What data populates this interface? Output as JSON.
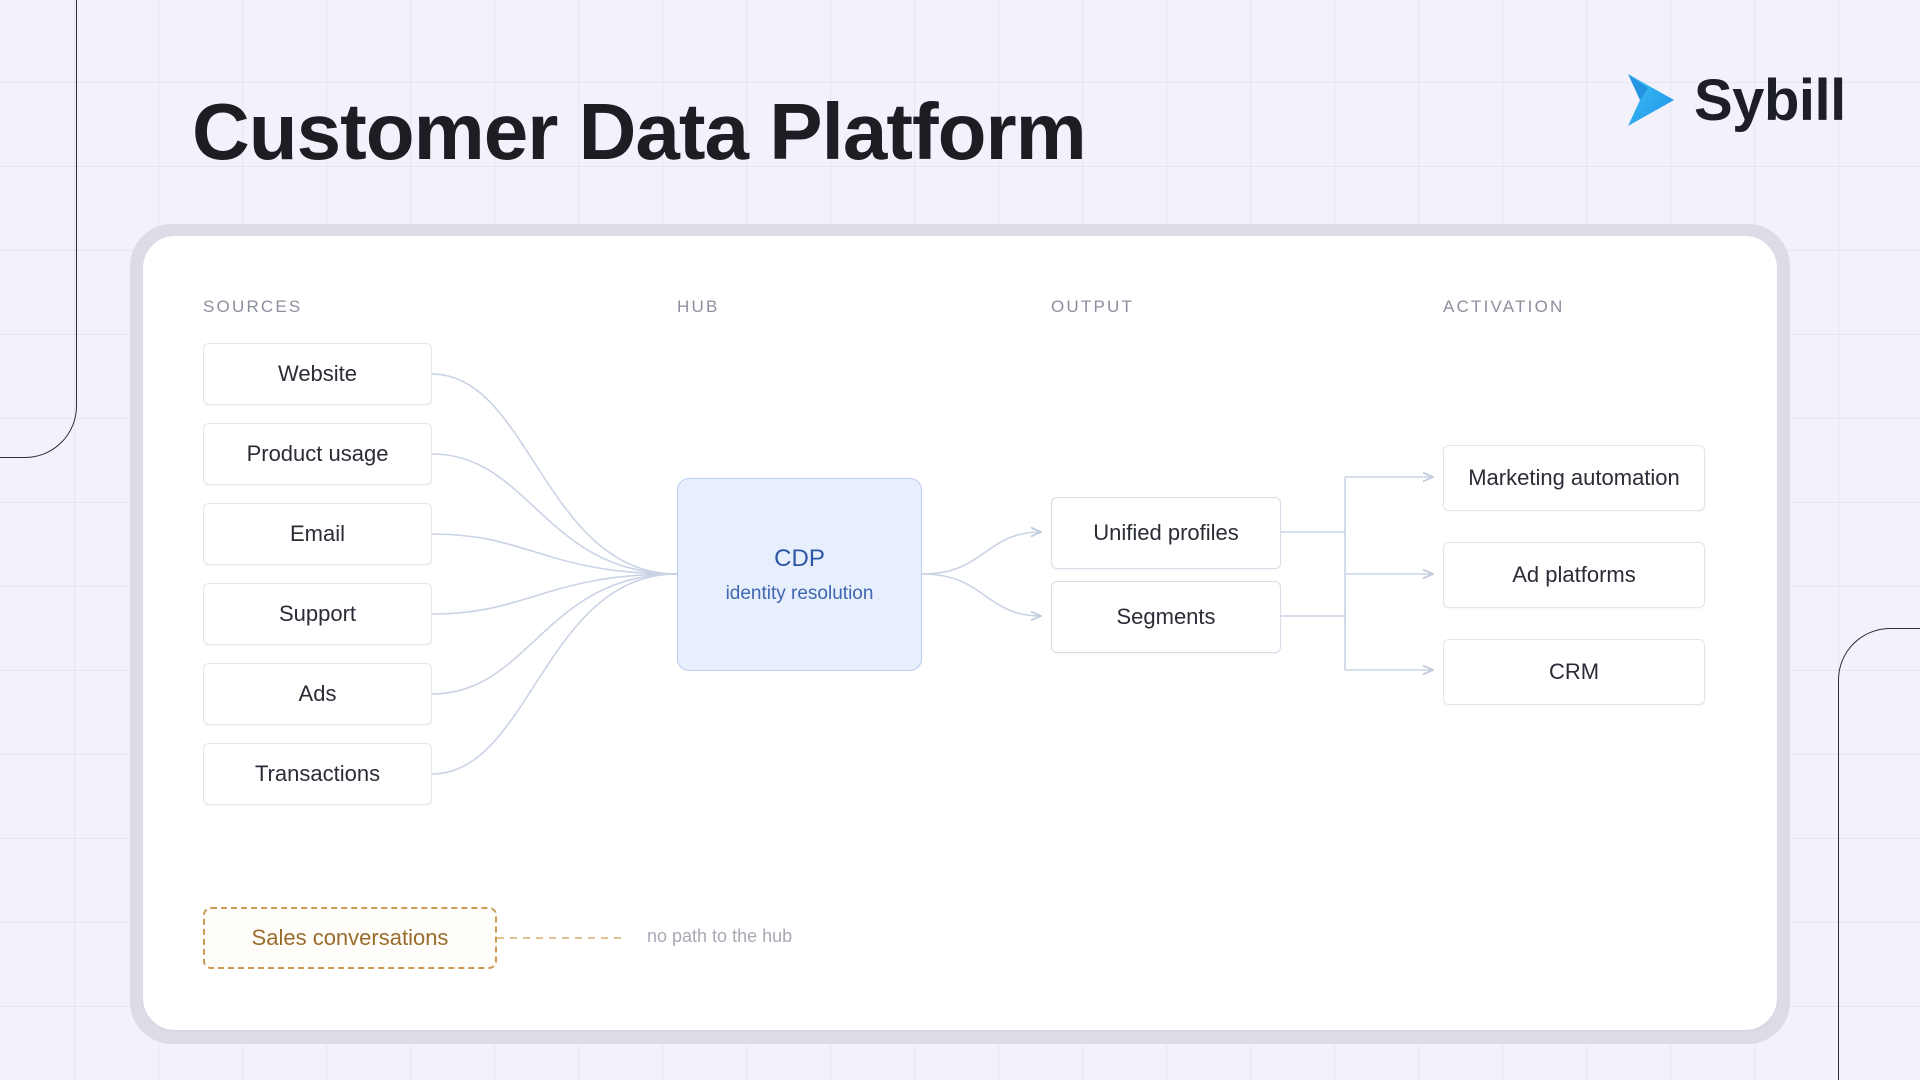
{
  "title": "Customer Data Platform",
  "brand": {
    "name": "Sybill",
    "icon": "sybill-logo-icon",
    "colors": [
      "#1a8fe8",
      "#43c4f5"
    ]
  },
  "columns": [
    "SOURCES",
    "HUB",
    "OUTPUT",
    "ACTIVATION"
  ],
  "sources": [
    "Website",
    "Product usage",
    "Email",
    "Support",
    "Ads",
    "Transactions"
  ],
  "hub": {
    "title": "CDP",
    "subtitle": "identity resolution"
  },
  "outputs": [
    "Unified profiles",
    "Segments"
  ],
  "activations": [
    "Marketing automation",
    "Ad platforms",
    "CRM"
  ],
  "orphan": {
    "label": "Sales conversations",
    "note": "no path to the hub"
  },
  "edges": [
    {
      "from": "Website",
      "to": "CDP"
    },
    {
      "from": "Product usage",
      "to": "CDP"
    },
    {
      "from": "Email",
      "to": "CDP"
    },
    {
      "from": "Support",
      "to": "CDP"
    },
    {
      "from": "Ads",
      "to": "CDP"
    },
    {
      "from": "Transactions",
      "to": "CDP"
    },
    {
      "from": "CDP",
      "to": "Unified profiles"
    },
    {
      "from": "CDP",
      "to": "Segments"
    },
    {
      "from": "Unified profiles",
      "to": "Marketing automation"
    },
    {
      "from": "Unified profiles",
      "to": "Ad platforms"
    },
    {
      "from": "Unified profiles",
      "to": "CRM"
    },
    {
      "from": "Segments",
      "to": "Marketing automation"
    },
    {
      "from": "Segments",
      "to": "Ad platforms"
    },
    {
      "from": "Segments",
      "to": "CRM"
    }
  ],
  "colors": {
    "hub_fill": "#e7effc",
    "hub_border": "#b9cdee",
    "hub_text": "#2f56a6",
    "connector": "#c9d3e6",
    "orphan_border": "#cc9a54",
    "orphan_text": "#9a6c2c"
  }
}
